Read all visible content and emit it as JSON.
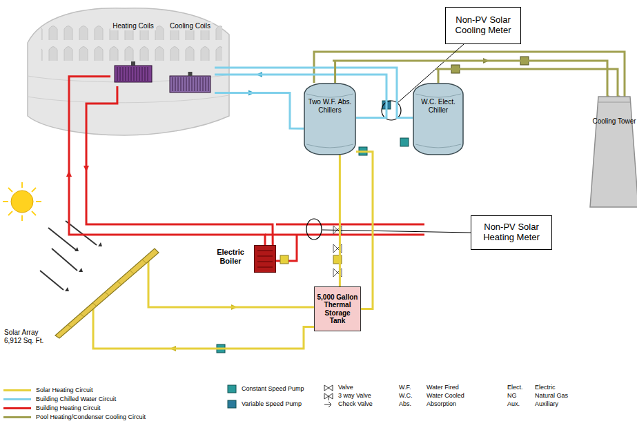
{
  "diagram": {
    "nodes": [
      {
        "text": [
          "Heating Coils"
        ]
      },
      {
        "text": [
          "Cooling Coils"
        ]
      },
      {
        "text": [
          "Non-PV Solar Cooling Meter"
        ]
      },
      {
        "text": [
          "Two W.F. Abs. Chillers"
        ]
      },
      {
        "text": [
          "W.C. Elect. Chiller"
        ]
      },
      {
        "text": [
          "Cooling Tower"
        ]
      },
      {
        "text": [
          "Non-PV Solar Heating Meter"
        ]
      },
      {
        "text": [
          "Electric Boiler"
        ]
      },
      {
        "text": [
          "5,000 Gallon Thermal Storage Tank"
        ]
      },
      {
        "text": [
          "Solar Array 6,912 Sq. Ft."
        ]
      }
    ],
    "edges": [
      {
        "from": 9,
        "to": 8,
        "arrow": "none"
      },
      {
        "from": 8,
        "to": 9,
        "arrow": "none"
      },
      {
        "from": 8,
        "to": 3,
        "arrow": "none"
      },
      {
        "from": 3,
        "to": 8,
        "arrow": "none"
      },
      {
        "from": 7,
        "to": 0,
        "arrow": "none"
      },
      {
        "from": 0,
        "to": 7,
        "arrow": "none"
      },
      {
        "from": 3,
        "to": 1,
        "arrow": "none"
      },
      {
        "from": 1,
        "to": 3,
        "arrow": "none"
      },
      {
        "from": 4,
        "to": 1,
        "arrow": "none"
      },
      {
        "from": 3,
        "to": 5,
        "arrow": "none"
      },
      {
        "from": 4,
        "to": 5,
        "arrow": "none"
      }
    ],
    "labels": [
      "W.F.",
      "Water Fired",
      "W.C.",
      "Water Cooled",
      "Abs.",
      "Absorption",
      "Elect.",
      "Electric",
      "NG",
      "Natural Gas",
      "Aux.",
      "Auxiliary"
    ],
    "legend": [
      {
        "text": "Solar Heating Circuit",
        "color": "#e6d03c"
      },
      {
        "text": "Building Chilled Water Circuit",
        "color": "#7fd0ea"
      },
      {
        "text": "Building Heating Circuit",
        "color": "#e02020"
      },
      {
        "text": "Pool Heating/Condenser Cooling Circuit",
        "color": "#a0a050"
      },
      {
        "text": "Constant Speed Pump"
      },
      {
        "text": "Variable Speed Pump"
      },
      {
        "text": "Valve"
      },
      {
        "text": "3 way Valve"
      },
      {
        "text": "Check Valve"
      }
    ]
  }
}
